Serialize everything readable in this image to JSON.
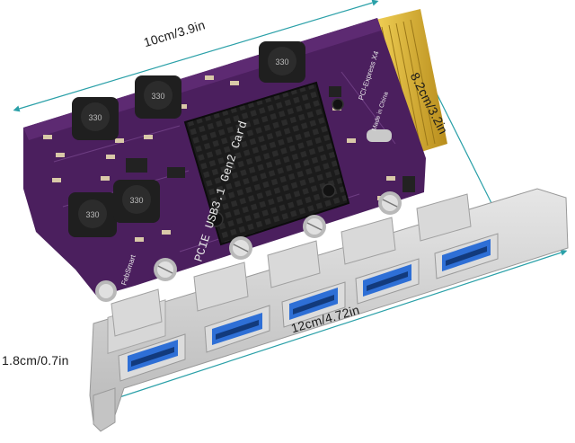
{
  "dimensions": {
    "width_top": "10cm/3.9in",
    "depth_right": "8.2cm/3.2in",
    "width_bottom": "12cm/4.72in",
    "bracket_height": "1.8cm/0.7in"
  },
  "board": {
    "silkscreen_main": "PCIE USB3.1 Gen2 Card",
    "brand": "FebSmart",
    "connector_text": "PCI-Express X4",
    "made_in": "Made in China",
    "inductor_code": "330",
    "port_count": 5,
    "colors": {
      "pcb": "#4b1f5e",
      "heatsink": "#161616",
      "usb_blue": "#2e6fd6",
      "bracket": "#cfcfcf",
      "gold_fingers": "#d8b23a",
      "dimension_line": "#2aa0a8"
    }
  }
}
